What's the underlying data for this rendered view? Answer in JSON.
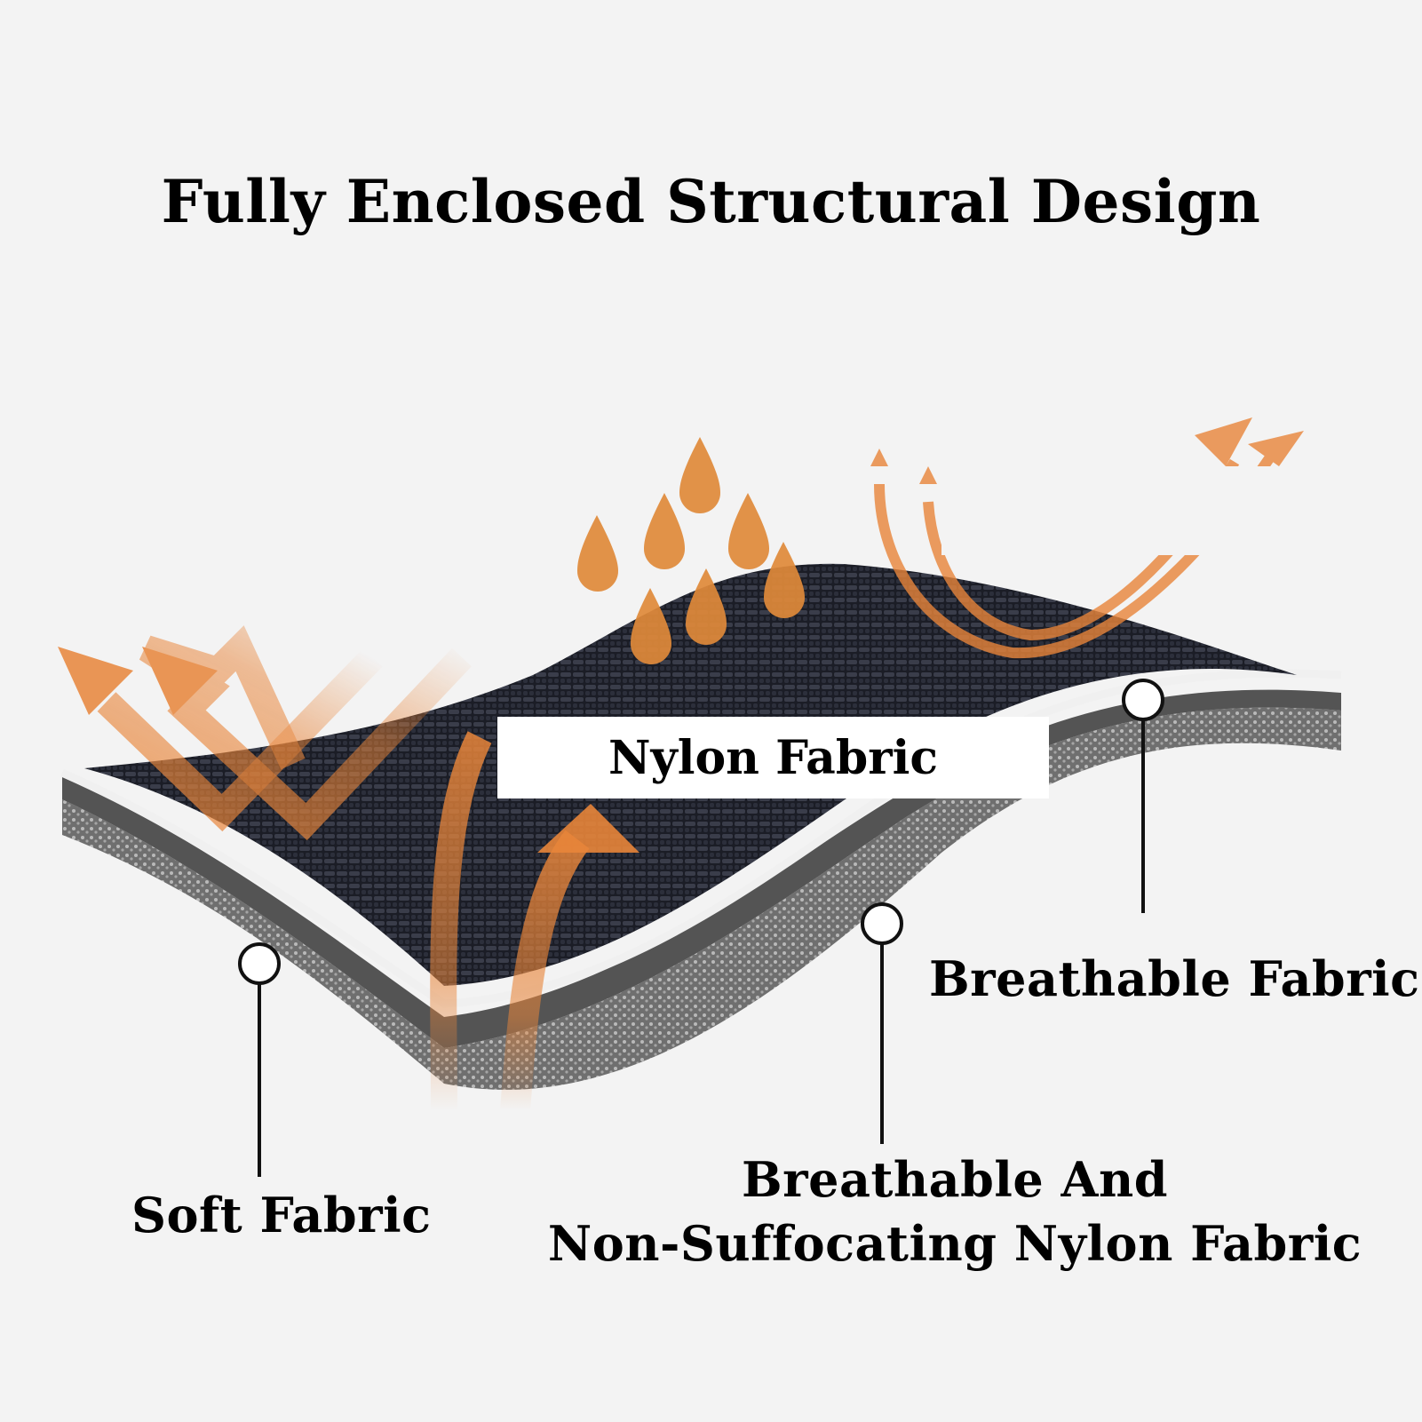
{
  "title": "Fully Enclosed Structural Design",
  "labels": {
    "nylon": "Nylon Fabric",
    "breathable": "Breathable Fabric",
    "non_suffocating_line1": "Breathable And",
    "non_suffocating_line2": "Non-Suffocating Nylon Fabric",
    "soft": "Soft Fabric"
  },
  "colors": {
    "background": "#f3f3f3",
    "nylon_layer": "#1d1f28",
    "breathable_layer": "#5b5b5b",
    "soft_layer": "#8e8e8e",
    "accent_orange": "#e8853a",
    "text": "#000000"
  },
  "icons": [
    "water-drop-icon",
    "airflow-arrow-icon",
    "callout-dot-icon"
  ]
}
